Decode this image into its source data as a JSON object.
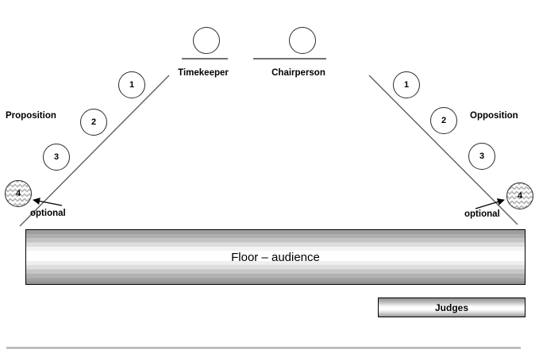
{
  "diagram": {
    "title_hint": "debate-room-seating-plan",
    "officials": [
      {
        "name": "timekeeper",
        "label": "Timekeeper"
      },
      {
        "name": "chairperson",
        "label": "Chairperson"
      }
    ],
    "proposition": {
      "label": "Proposition",
      "speakers": [
        "1",
        "2",
        "3",
        "4"
      ],
      "optional_label": "optional"
    },
    "opposition": {
      "label": "Opposition",
      "speakers": [
        "1",
        "2",
        "3",
        "4"
      ],
      "optional_label": "optional"
    },
    "floor": {
      "label": "Floor – audience"
    },
    "judges": {
      "label": "Judges"
    },
    "colors": {
      "bench_line": "#5f5f5f",
      "desk_line": "#1a1a1a",
      "circle_border": "#2b2b2b",
      "bar_border": "#000000",
      "bottom_divider": "#b3b3b3",
      "hatch": "#b9b9b9"
    }
  }
}
